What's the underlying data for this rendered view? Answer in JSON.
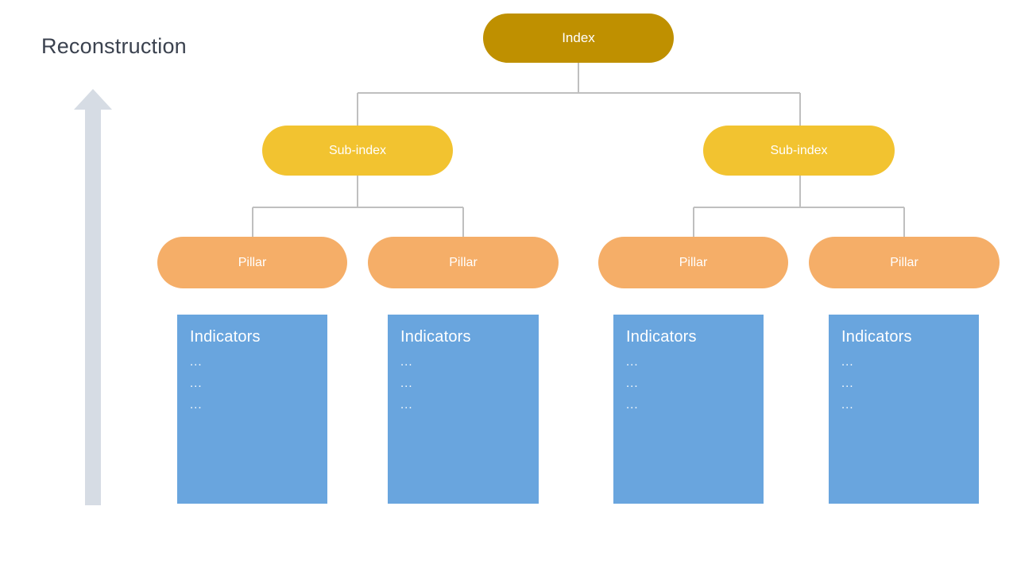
{
  "page": {
    "title": "Reconstruction",
    "background": "#ffffff",
    "title_color": "#3B424F"
  },
  "colors": {
    "index": "#BF9000",
    "subindex": "#F2C330",
    "pillar": "#F5AE68",
    "indicators": "#69A5DE",
    "connector": "#BFBFBF",
    "arrow": "#D6DCE4",
    "node_text": "#ffffff"
  },
  "arrow": {
    "name": "upward-direction-arrow",
    "direction": "up",
    "color": "#D6DCE4"
  },
  "hierarchy": {
    "root": {
      "label": "Index",
      "level": "index"
    },
    "subindexes": [
      {
        "label": "Sub-index",
        "level": "sub-index"
      },
      {
        "label": "Sub-index",
        "level": "sub-index"
      }
    ],
    "pillars": [
      {
        "label": "Pillar",
        "level": "pillar"
      },
      {
        "label": "Pillar",
        "level": "pillar"
      },
      {
        "label": "Pillar",
        "level": "pillar"
      },
      {
        "label": "Pillar",
        "level": "pillar"
      }
    ],
    "indicator_groups": [
      {
        "title": "Indicators",
        "items": [
          "...",
          "...",
          "..."
        ]
      },
      {
        "title": "Indicators",
        "items": [
          "...",
          "...",
          "..."
        ]
      },
      {
        "title": "Indicators",
        "items": [
          "...",
          "...",
          "..."
        ]
      },
      {
        "title": "Indicators",
        "items": [
          "...",
          "...",
          "..."
        ]
      }
    ]
  }
}
